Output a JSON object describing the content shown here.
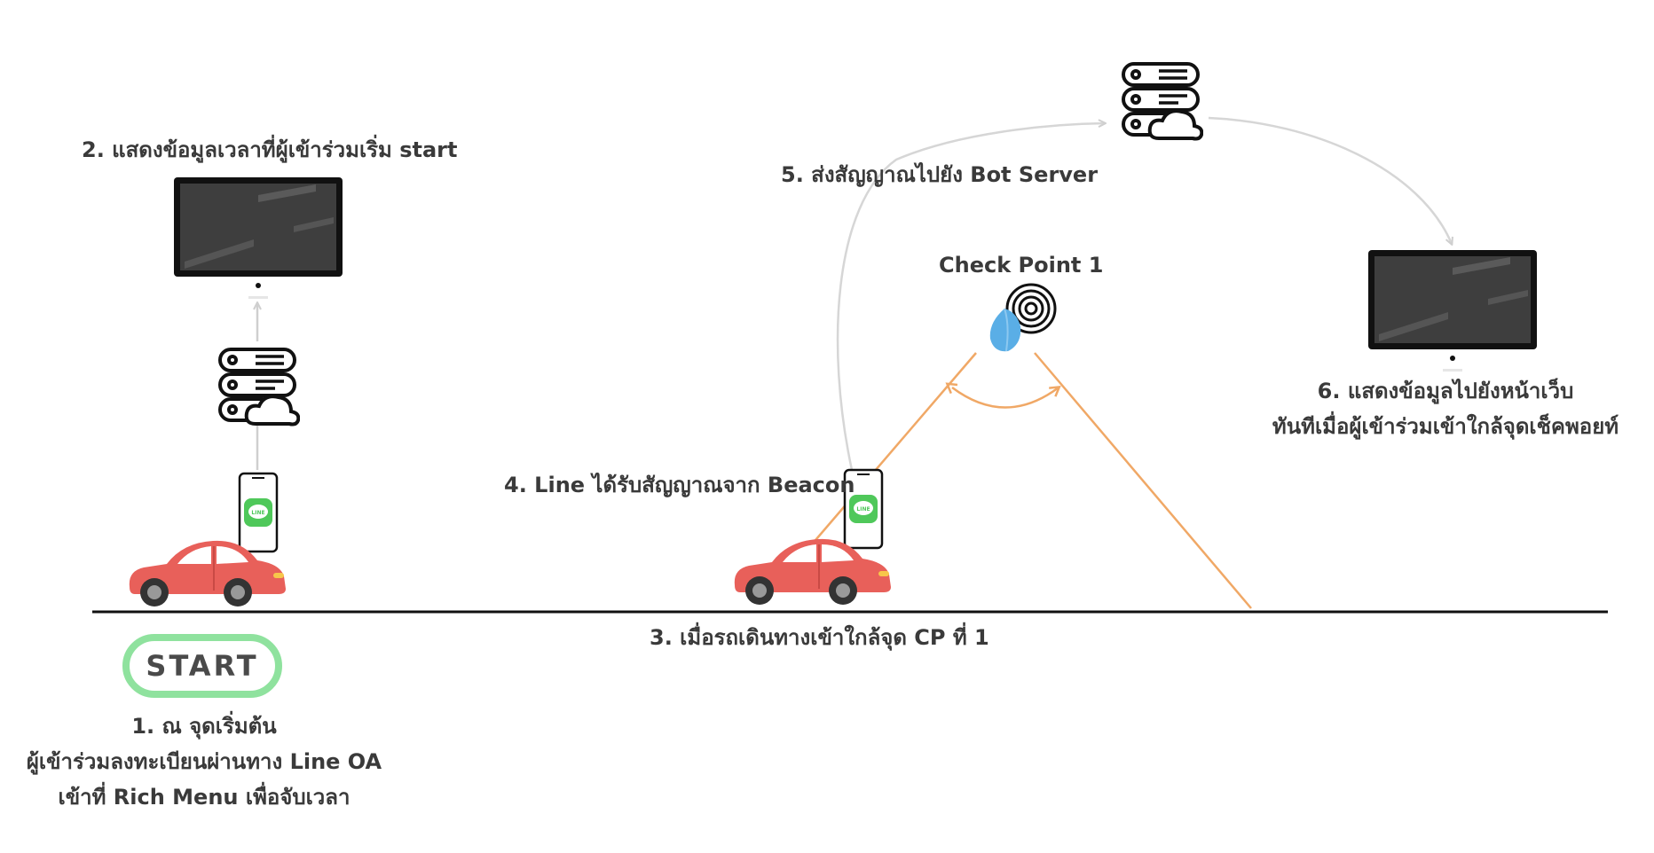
{
  "labels": {
    "step1_line1": "1. ณ จุดเริ่มต้น",
    "step1_line2": "ผู้เข้าร่วมลงทะเบียนผ่านทาง Line OA",
    "step1_line3": "เข้าที่ Rich Menu เพื่อจับเวลา",
    "step2": "2. แสดงข้อมูลเวลาที่ผู้เข้าร่วมเริ่ม start",
    "step3": "3. เมื่อรถเดินทางเข้าใกล้จุด CP ที่ 1",
    "step4": "4. Line ได้รับสัญญาณจาก Beacon",
    "step5": "5. ส่งสัญญาณไปยัง Bot Server",
    "step6_line1": "6. แสดงข้อมูลไปยังหน้าเว็บ",
    "step6_line2": "ทันทีเมื่อผู้เข้าร่วมเข้าใกล้จุดเช็คพอยท์",
    "checkpoint": "Check Point 1",
    "start_button": "START",
    "line_logo_text": "LINE"
  },
  "colors": {
    "car": "#e8605a",
    "line_green": "#4fc85a",
    "start_border": "#8fe29e",
    "beacon_signal": "#f0a866",
    "arrow_grey": "#cfcfcf",
    "beacon_blue": "#5aaee6"
  },
  "icons": [
    "monitor-icon",
    "server-cloud-icon",
    "phone-line-icon",
    "car-icon",
    "beacon-icon",
    "signal-icon"
  ]
}
